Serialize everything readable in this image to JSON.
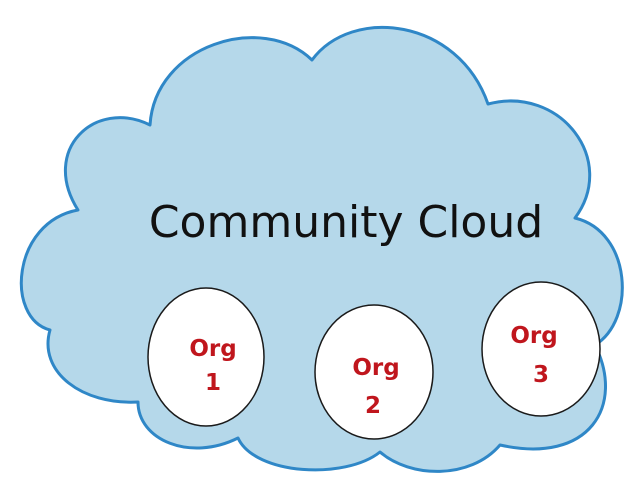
{
  "diagram": {
    "title": "Community Cloud",
    "orgs": [
      {
        "line1": "Org",
        "line2": "1"
      },
      {
        "line1": "Org",
        "line2": "2"
      },
      {
        "line1": "Org",
        "line2": "3"
      }
    ]
  },
  "colors": {
    "cloud_fill": "#b5d8ea",
    "cloud_stroke": "#2f87c7",
    "org_fill": "#ffffff",
    "org_stroke": "#1a1a1a",
    "org_text": "#c0161d",
    "title_text": "#111111"
  }
}
